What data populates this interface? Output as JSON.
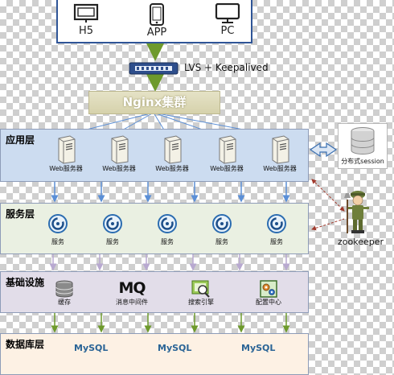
{
  "clients": [
    {
      "label": "H5",
      "icon": "monitor-icon"
    },
    {
      "label": "APP",
      "icon": "phone-icon"
    },
    {
      "label": "PC",
      "icon": "desktop-icon"
    }
  ],
  "load_balancer": {
    "label": "LVS + Keepalived",
    "icon": "network-switch-icon"
  },
  "nginx": {
    "label": "Nginx集群"
  },
  "app_layer": {
    "title": "应用层",
    "nodes": [
      "Web服务器",
      "Web服务器",
      "Web服务器",
      "Web服务器",
      "Web服务器"
    ]
  },
  "session": {
    "label": "分布式session",
    "icon": "database-icon"
  },
  "service_layer": {
    "title": "服务层",
    "nodes": [
      "服务",
      "服务",
      "服务",
      "服务",
      "服务"
    ]
  },
  "zookeeper": {
    "label": "zookeeper",
    "icon": "zookeeper-mascot-icon"
  },
  "infra_layer": {
    "title": "基础设施",
    "nodes": [
      {
        "label": "缓存",
        "icon": "cache-db-icon"
      },
      {
        "label": "消息中间件",
        "icon": "mq-icon",
        "logo_text": "MQ"
      },
      {
        "label": "搜索引擎",
        "icon": "search-engine-icon"
      },
      {
        "label": "配置中心",
        "icon": "config-center-icon"
      }
    ]
  },
  "db_layer": {
    "title": "数据库层",
    "nodes": [
      {
        "logo": "MySQL",
        "icon": "mysql-logo-icon"
      },
      {
        "logo": "MySQL",
        "icon": "mysql-logo-icon"
      },
      {
        "logo": "MySQL",
        "icon": "mysql-logo-icon"
      }
    ]
  },
  "colors": {
    "arrow_blue": "#5b8fd6",
    "arrow_green": "#6e9a2c",
    "arrow_purple": "#b8a9d0",
    "dashed_red": "#a0392c"
  }
}
